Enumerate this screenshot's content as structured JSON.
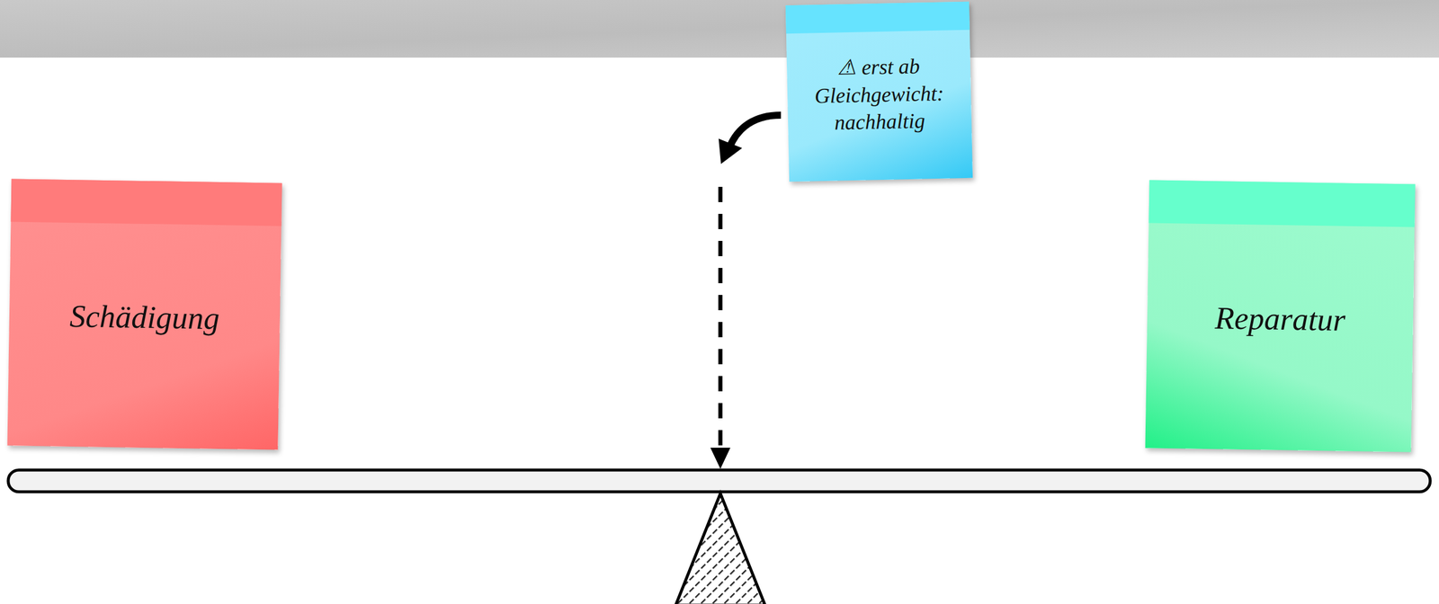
{
  "diagram": {
    "nodes": [
      {
        "text": [
          "⚠ erst ab Gleichgewicht: nachhaltig"
        ]
      },
      {
        "text": [
          "Schädigung"
        ]
      },
      {
        "text": [
          "Reparatur"
        ]
      }
    ]
  }
}
